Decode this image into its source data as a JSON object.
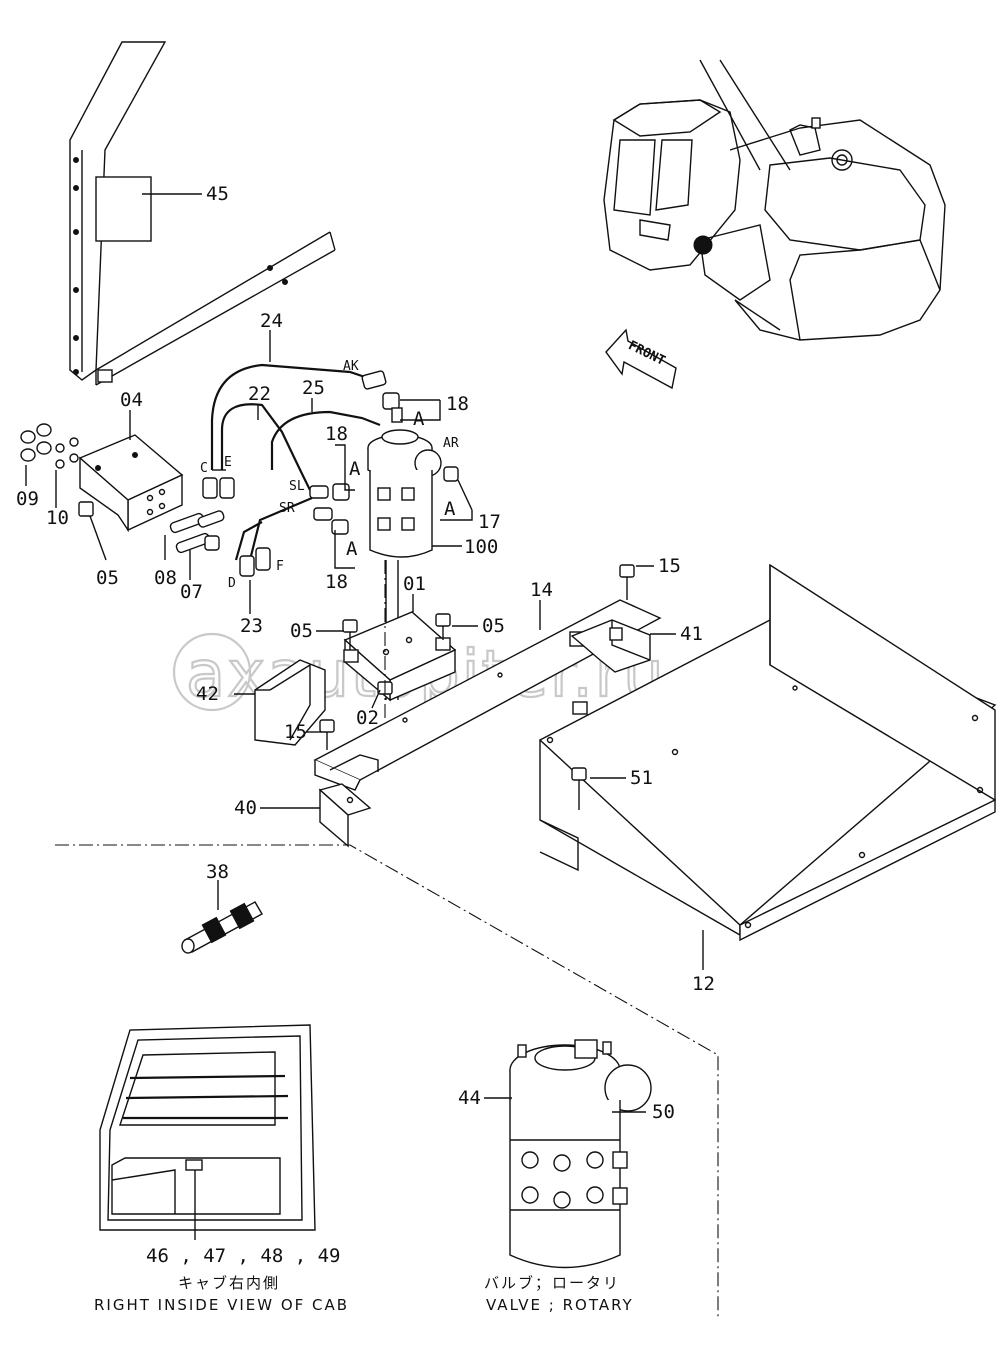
{
  "labels": {
    "p45": "45",
    "p24": "24",
    "p22": "22",
    "p25": "25",
    "p04": "04",
    "p18a": "18",
    "p18b": "18",
    "p18c": "18",
    "p09": "09",
    "p10": "10",
    "p05a": "05",
    "p08": "08",
    "p07": "07",
    "p17": "17",
    "p100": "100",
    "p23": "23",
    "p01": "01",
    "p14": "14",
    "p15a": "15",
    "p15b": "15",
    "p05b": "05",
    "p05c": "05",
    "p41": "41",
    "p42": "42",
    "p02": "02",
    "p51": "51",
    "p40": "40",
    "p38": "38",
    "p12": "12",
    "p44": "44",
    "p50": "50",
    "p46": "46 , 47 , 48 , 49"
  },
  "ports": {
    "ak": "AK",
    "ar": "AR",
    "c": "C",
    "e": "E",
    "sl": "SL",
    "sr": "SR",
    "d": "D",
    "f": "F",
    "a1": "A",
    "a2": "A",
    "a3": "A",
    "a4": "A"
  },
  "front_label": "FRONT",
  "captions": {
    "cab_jp": "キャブ右内側",
    "cab_en": "RIGHT INSIDE VIEW OF CAB",
    "valve_jp": "バルブ；ロータリ",
    "valve_en": "VALVE ; ROTARY"
  },
  "watermark": "axautopiter.ru"
}
